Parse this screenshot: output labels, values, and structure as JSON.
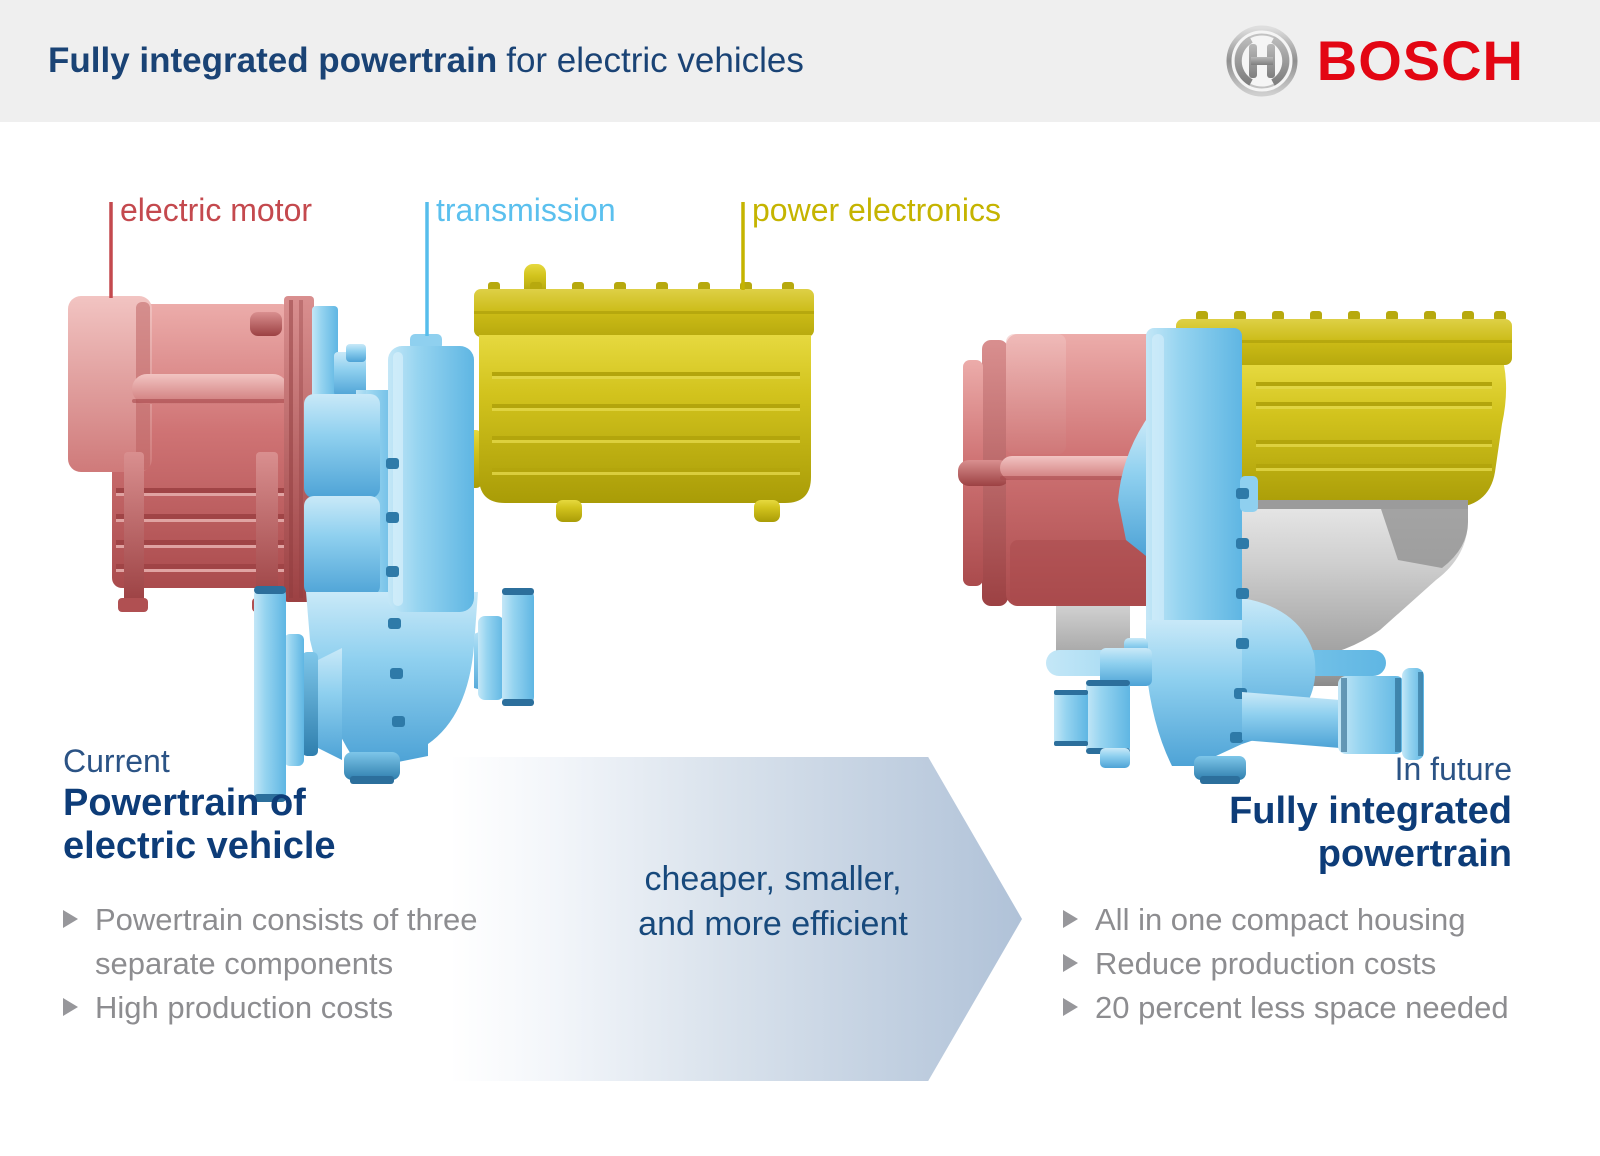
{
  "header": {
    "title_bold": "Fully integrated powertrain",
    "title_regular": "for electric vehicles",
    "logo_text": "BOSCH",
    "background": "#efefef",
    "title_color": "#1a4375",
    "logo_color": "#e30613"
  },
  "component_labels": {
    "electric_motor": {
      "text": "electric motor",
      "color": "#c4494e"
    },
    "transmission": {
      "text": "transmission",
      "color": "#5bc0ee"
    },
    "power_electronics": {
      "text": "power electronics",
      "color": "#c5b400"
    }
  },
  "current_block": {
    "eyebrow": "Current",
    "title_line1": "Powertrain of",
    "title_line2": "electric vehicle",
    "bullets": [
      {
        "line1": "Powertrain consists of three",
        "line2": "separate components"
      },
      {
        "line1": "High production costs"
      }
    ]
  },
  "arrow": {
    "line1": "cheaper, smaller,",
    "line2": "and more efficient",
    "text_color": "#17497c",
    "gradient_end": "#b0c2d8"
  },
  "future_block": {
    "eyebrow": "In future",
    "title_line1": "Fully integrated",
    "title_line2": "powertrain",
    "bullets": [
      {
        "line1": "All in one compact housing"
      },
      {
        "line1": "Reduce production costs"
      },
      {
        "line1": "20 percent less space needed"
      }
    ]
  },
  "illustration_colors": {
    "motor_red": "#cd6f70",
    "transmission_blue": "#7ec9ec",
    "electronics_yellow": "#d2c31d",
    "housing_gray": "#c6c6c6",
    "edge_navy": "#2c6f9c"
  }
}
